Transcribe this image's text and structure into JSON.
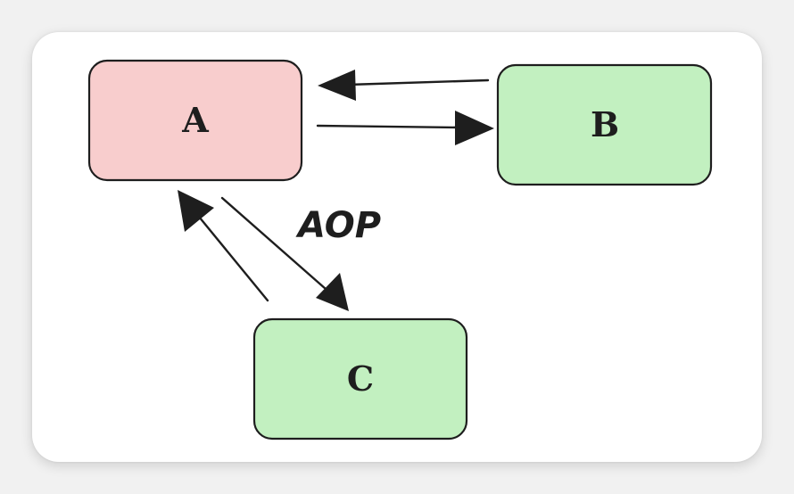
{
  "diagram": {
    "nodes": [
      {
        "id": "a",
        "label": "A",
        "fill": "#f8cdcd"
      },
      {
        "id": "b",
        "label": "B",
        "fill": "#c2f0c0"
      },
      {
        "id": "c",
        "label": "C",
        "fill": "#c2f0c0"
      }
    ],
    "edges": [
      {
        "from": "b",
        "to": "a"
      },
      {
        "from": "a",
        "to": "b"
      },
      {
        "from": "a",
        "to": "c",
        "label": "AOP"
      },
      {
        "from": "c",
        "to": "a"
      }
    ],
    "stroke_color": "#1e1e1e",
    "background": "#ffffff"
  }
}
